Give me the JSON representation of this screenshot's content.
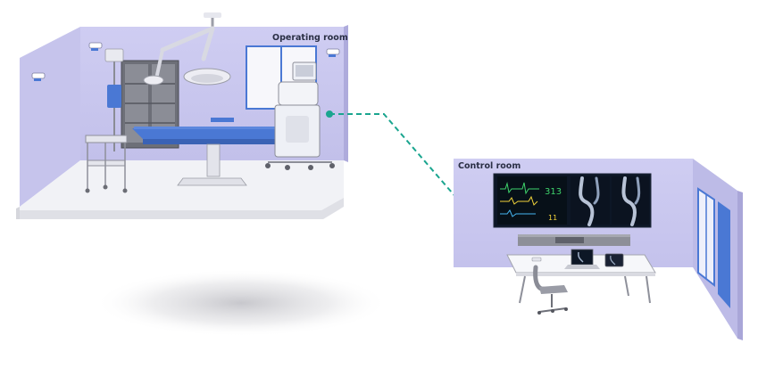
{
  "labels": {
    "operating_room": "Operating room",
    "control_room": "Control room"
  },
  "monitor": {
    "big_number": "313",
    "small_number": "11"
  },
  "colors": {
    "wall": "#c9c7ee",
    "wall_shade": "#b8b5e4",
    "floor": "#f2f3f7",
    "accent_blue": "#4a78d4",
    "connector": "#1aa58f",
    "screen_dark": "#0d1726",
    "label_text": "#2a2f45"
  }
}
